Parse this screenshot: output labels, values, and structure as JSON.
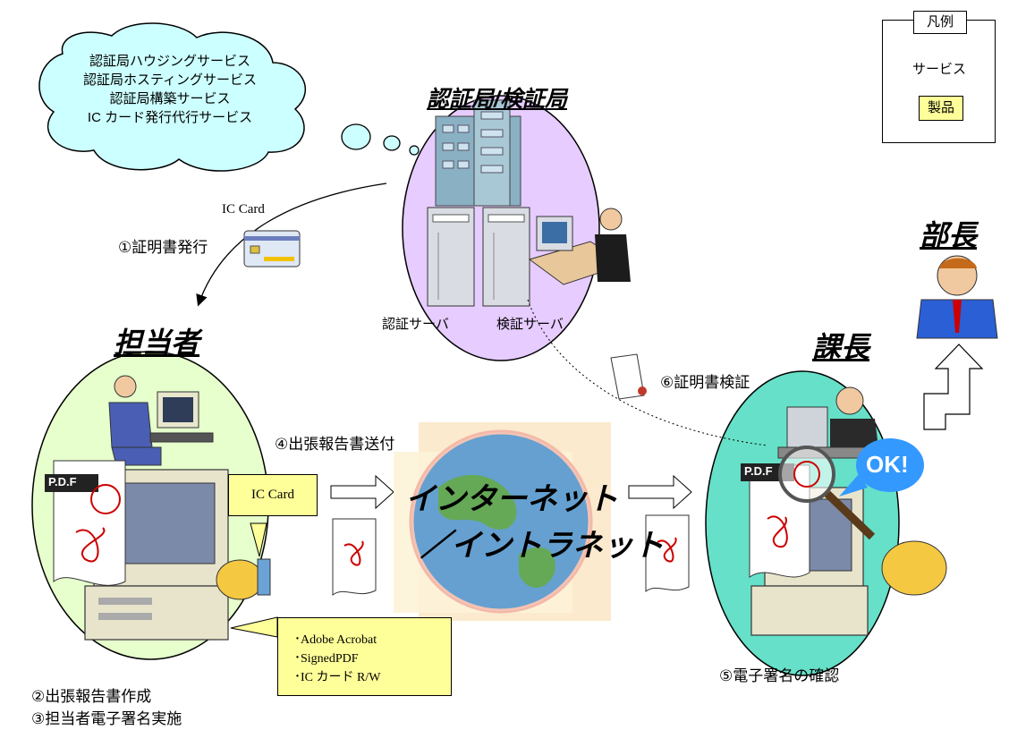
{
  "service_cloud": {
    "lines": [
      "認証局ハウジングサービス",
      "認証局ホスティングサービス",
      "認証局構築サービス",
      "IC カード発行代行サービス"
    ]
  },
  "legend": {
    "title": "凡例",
    "service_label": "サービス",
    "product_label": "製品"
  },
  "ca": {
    "title": "認証局/検証局",
    "auth_server": "認証サーバ",
    "verify_server": "検証サーバ"
  },
  "roles": {
    "staff": "担当者",
    "section_chief": "課長",
    "department_head": "部長"
  },
  "steps": {
    "s1": "①証明書発行",
    "s2": "②出張報告書作成",
    "s3": "③担当者電子署名実施",
    "s4": "④出張報告書送付",
    "s5": "⑤電子署名の確認",
    "s6": "⑥証明書検証"
  },
  "ic_card_label_top": "IC Card",
  "ic_card_callout": "IC Card",
  "products": [
    "･Adobe Acrobat",
    "･SignedPDF",
    "･IC カード R/W"
  ],
  "network": {
    "line1": "インターネット",
    "line2": "／イントラネット"
  },
  "pdf_label": "P.D.F",
  "ok_label": "OK!",
  "colors": {
    "cloud": "#ccffff",
    "ca_oval": "#e6ccff",
    "staff_oval": "#e6ffcc",
    "chief_oval": "#66e0c8",
    "callout_yellow": "#ffff99",
    "ok_bubble": "#3399ff"
  }
}
